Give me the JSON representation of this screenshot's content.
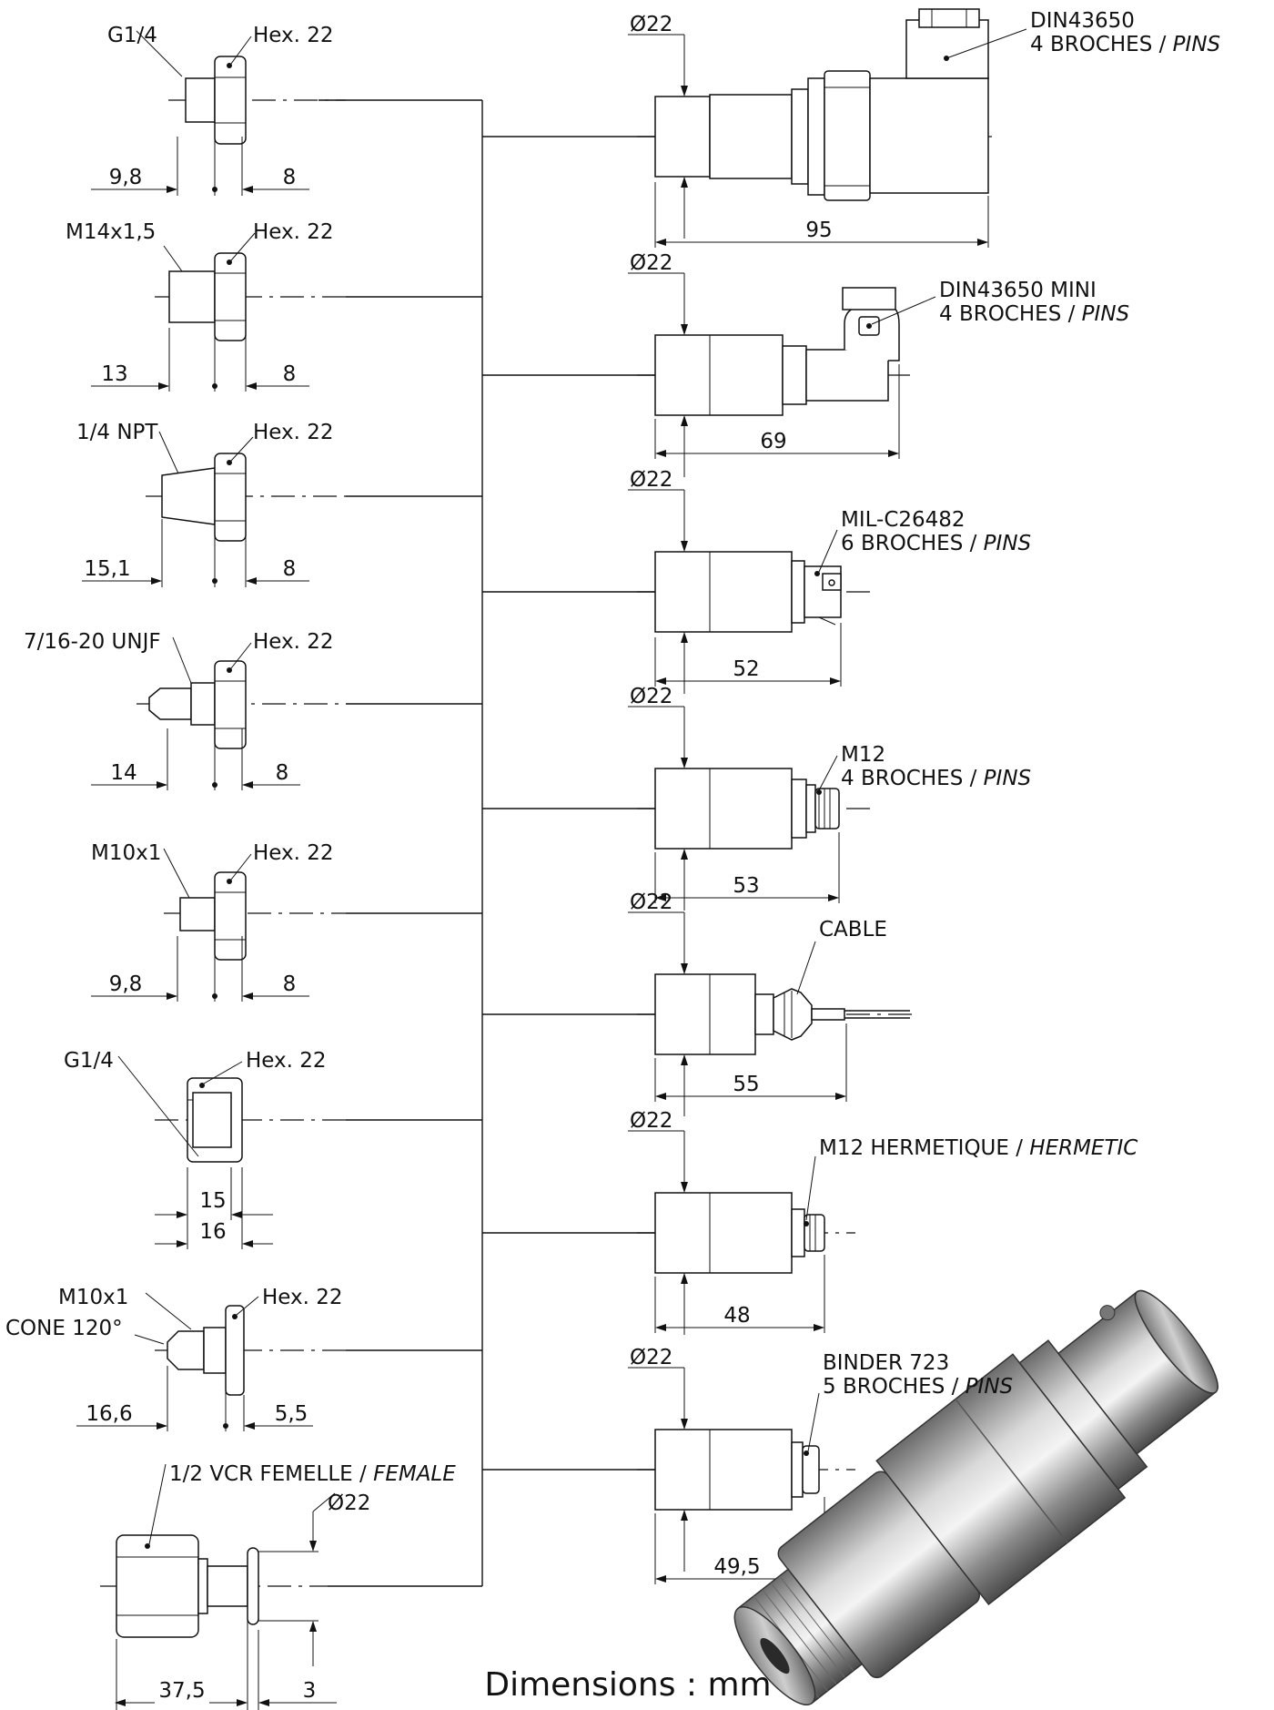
{
  "process_connections": [
    {
      "thread": "G1/4",
      "hex": "Hex. 22",
      "dims": [
        "9,8",
        "8"
      ]
    },
    {
      "thread": "M14x1,5",
      "hex": "Hex. 22",
      "dims": [
        "13",
        "8"
      ]
    },
    {
      "thread": "1/4 NPT",
      "hex": "Hex. 22",
      "dims": [
        "15,1",
        "8"
      ]
    },
    {
      "thread": "7/16-20 UNJF",
      "hex": "Hex. 22",
      "dims": [
        "14",
        "8"
      ]
    },
    {
      "thread": "M10x1",
      "hex": "Hex. 22",
      "dims": [
        "9,8",
        "8"
      ]
    },
    {
      "thread": "G1/4",
      "hex": "Hex. 22",
      "dims": [
        "15",
        "16"
      ]
    },
    {
      "thread": "M10x1",
      "extra": "CONE 120°",
      "hex": "Hex. 22",
      "dims": [
        "16,6",
        "5,5"
      ]
    },
    {
      "thread": "1/2 VCR FEMELLE / ",
      "thread_italic": "FEMALE",
      "diameter": "22",
      "dims": [
        "37,5",
        "3"
      ]
    }
  ],
  "electrical_connections": [
    {
      "diameter": "22",
      "name": "DIN43650",
      "line2": "4 BROCHES / ",
      "line2_italic": "PINS",
      "length": "95"
    },
    {
      "diameter": "22",
      "name": "DIN43650 MINI",
      "line2": "4 BROCHES / ",
      "line2_italic": "PINS",
      "length": "69"
    },
    {
      "diameter": "22",
      "name": "MIL-C26482",
      "line2": "6 BROCHES / ",
      "line2_italic": "PINS",
      "length": "52"
    },
    {
      "diameter": "22",
      "name": "M12",
      "line2": "4 BROCHES / ",
      "line2_italic": "PINS",
      "length": "53"
    },
    {
      "diameter": "22",
      "name": "CABLE",
      "line2": "",
      "line2_italic": "",
      "length": "55"
    },
    {
      "diameter": "22",
      "name": "M12 HERMETIQUE / ",
      "name_italic": "HERMETIC",
      "line2": "",
      "line2_italic": "",
      "length": "48"
    },
    {
      "diameter": "22",
      "name": "BINDER 723",
      "line2": "5 BROCHES / ",
      "line2_italic": "PINS",
      "length": "49,5"
    }
  ],
  "diameter_symbol": "Ø",
  "footer": "Dimensions : mm"
}
